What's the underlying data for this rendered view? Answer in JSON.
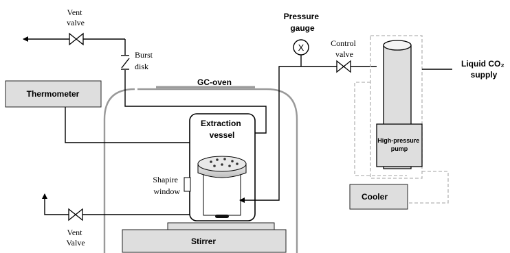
{
  "labels": {
    "vent_valve_top": [
      "Vent",
      "valve"
    ],
    "burst_disk": [
      "Burst",
      "disk"
    ],
    "pressure_gauge": [
      "Pressure",
      "gauge"
    ],
    "gauge_symbol": "X",
    "control_valve": [
      "Control",
      "valve"
    ],
    "co2_supply": [
      "Liquid CO₂",
      "supply"
    ],
    "thermometer": "Thermometer",
    "gc_oven": "GC-oven",
    "extraction_vessel": [
      "Extraction",
      "vessel"
    ],
    "high_pressure_pump": [
      "High-pressure",
      "pump"
    ],
    "shapire_window": [
      "Shapire",
      "window"
    ],
    "cooler": "Cooler",
    "stirrer": "Stirrer",
    "vent_valve_bottom": [
      "Vent",
      "Valve"
    ]
  }
}
